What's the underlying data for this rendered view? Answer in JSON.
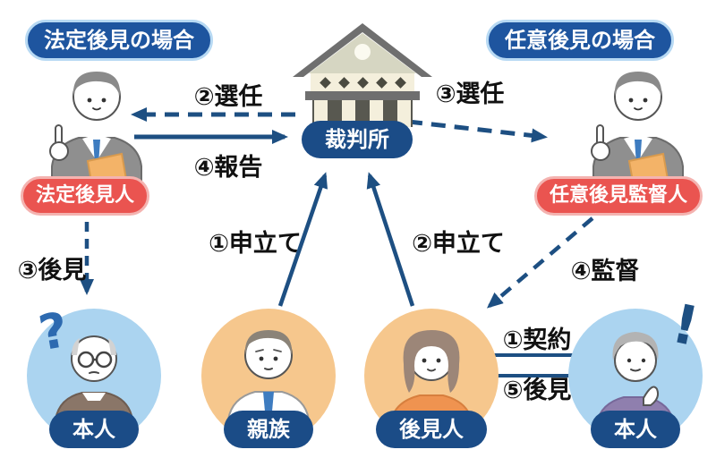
{
  "colors": {
    "badge_blue": "#1e559f",
    "badge_blue_border": "#b7d9f3",
    "label_navy": "#1b4c87",
    "red_badge": "#ea5450",
    "red_badge_border": "#f4b3b0",
    "circle_blue": "#abd4f0",
    "circle_orange": "#f6c78d",
    "arrow_navy": "#1d4f82",
    "question_blue": "#2d6ab0",
    "label_text": "#111111"
  },
  "cases": {
    "statutory": "法定後見の場合",
    "voluntary": "任意後見の場合"
  },
  "court": {
    "label": "裁判所"
  },
  "people": {
    "statutory_guardian": {
      "label": "法定後見人"
    },
    "voluntary_supervisor": {
      "label": "任意後見監督人"
    },
    "principal_left": {
      "label": "本人",
      "mark": "?"
    },
    "family": {
      "label": "親族"
    },
    "guardian": {
      "label": "後見人"
    },
    "principal_right": {
      "label": "本人",
      "mark": "!"
    }
  },
  "arrows": {
    "appointment_statutory": {
      "label": "②選任",
      "style": "dashed",
      "from": "裁判所",
      "to": "法定後見人"
    },
    "report": {
      "label": "④報告",
      "style": "solid",
      "from": "法定後見人",
      "to": "裁判所"
    },
    "appointment_supervisor": {
      "label": "③選任",
      "style": "dashed",
      "from": "裁判所",
      "to": "任意後見監督人"
    },
    "petition_family": {
      "label": "①申立て",
      "style": "solid",
      "from": "親族",
      "to": "裁判所"
    },
    "petition_guardian": {
      "label": "②申立て",
      "style": "solid",
      "from": "後見人",
      "to": "裁判所"
    },
    "guardianship_statutory": {
      "label": "③後見",
      "style": "dashed",
      "from": "法定後見人",
      "to": "本人"
    },
    "supervision": {
      "label": "④監督",
      "style": "dashed",
      "from": "任意後見監督人",
      "to": "後見人"
    },
    "contract": {
      "label": "①契約",
      "style": "solid",
      "from": "後見人",
      "to": "本人"
    },
    "guardianship_voluntary": {
      "label": "⑤後見",
      "style": "solid",
      "from": "後見人",
      "to": "本人"
    }
  }
}
